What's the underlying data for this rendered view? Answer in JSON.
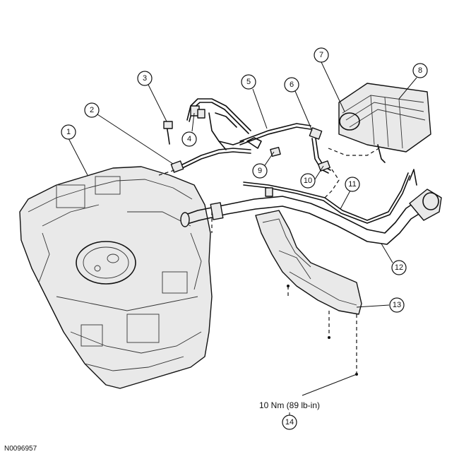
{
  "figure_id": "N0096957",
  "torque_spec": "10 Nm (89 lb-in)",
  "callouts": [
    "1",
    "2",
    "3",
    "4",
    "5",
    "6",
    "7",
    "8",
    "9",
    "10",
    "11",
    "12",
    "13",
    "14"
  ]
}
